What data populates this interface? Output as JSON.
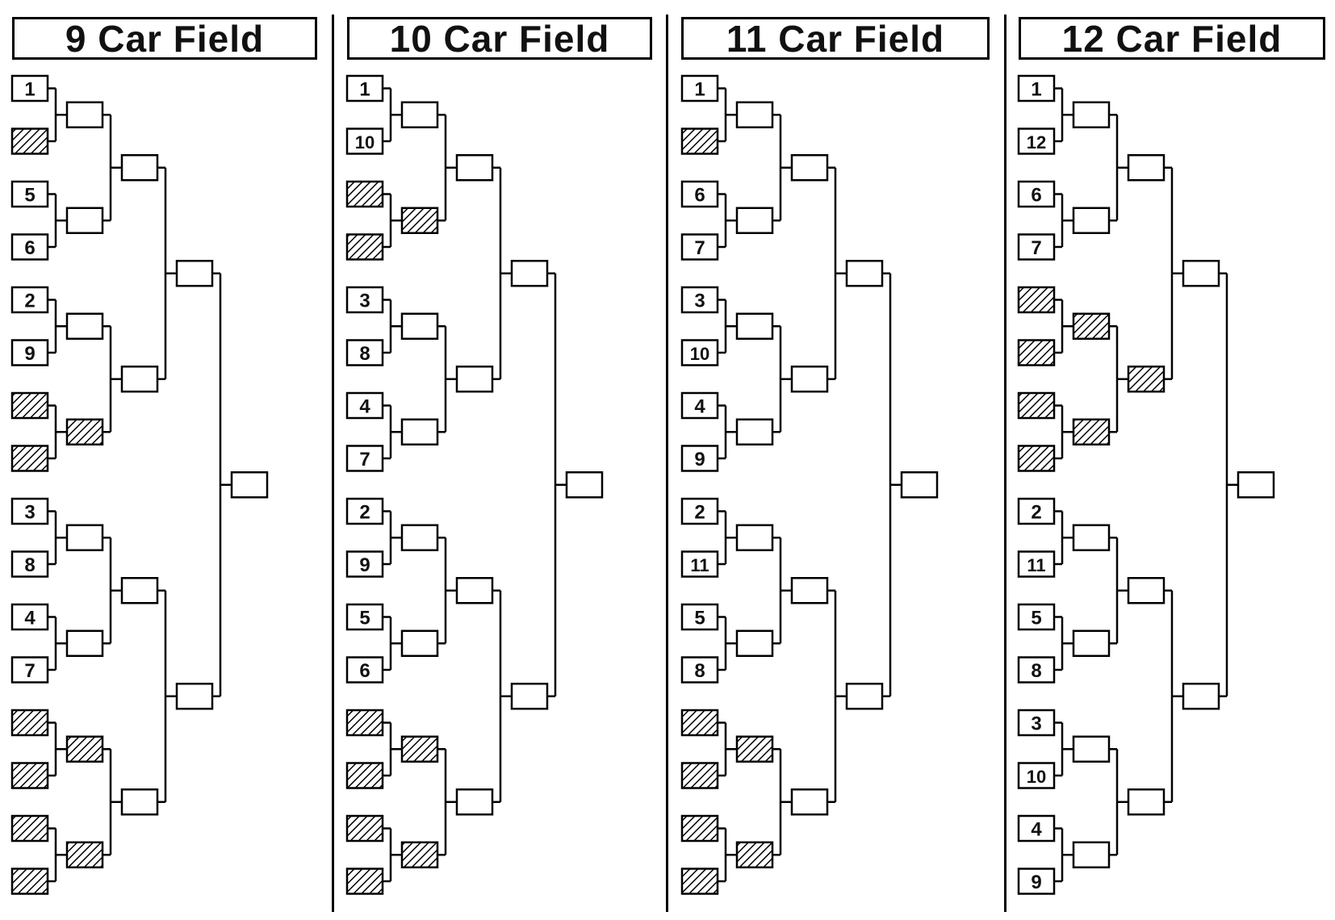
{
  "colors": {
    "ink": "#000000",
    "paper": "#ffffff",
    "bye": "#000000"
  },
  "brackets": [
    {
      "title": "9 Car Field",
      "seeds": [
        "1",
        "",
        "5",
        "6",
        "2",
        "9",
        "",
        "",
        "3",
        "8",
        "4",
        "7",
        "",
        "",
        "",
        ""
      ],
      "bye_slots": [
        1,
        6,
        7,
        12,
        13,
        14,
        15
      ],
      "bye_r1": [
        3,
        6,
        7
      ],
      "bye_r2": [
        7
      ]
    },
    {
      "title": "10 Car Field",
      "seeds": [
        "1",
        "10",
        "",
        "",
        "3",
        "8",
        "4",
        "7",
        "2",
        "9",
        "5",
        "6",
        "",
        "",
        "",
        ""
      ],
      "bye_slots": [
        2,
        3,
        12,
        13,
        14,
        15
      ],
      "bye_r1": [
        1,
        6,
        7
      ],
      "bye_r2": [
        7
      ]
    },
    {
      "title": "11 Car Field",
      "seeds": [
        "1",
        "",
        "6",
        "7",
        "3",
        "10",
        "4",
        "9",
        "2",
        "11",
        "5",
        "8",
        "",
        "",
        "",
        ""
      ],
      "bye_slots": [
        1,
        12,
        13,
        14,
        15
      ],
      "bye_r1": [
        6,
        7
      ],
      "bye_r2": [
        7
      ]
    },
    {
      "title": "12 Car Field",
      "seeds": [
        "1",
        "12",
        "6",
        "7",
        "",
        "",
        "",
        "",
        "2",
        "11",
        "5",
        "8",
        "3",
        "10",
        "4",
        "9"
      ],
      "bye_slots": [
        4,
        5,
        6,
        7
      ],
      "bye_r1": [
        2,
        3
      ],
      "bye_r2": [
        1
      ]
    }
  ]
}
